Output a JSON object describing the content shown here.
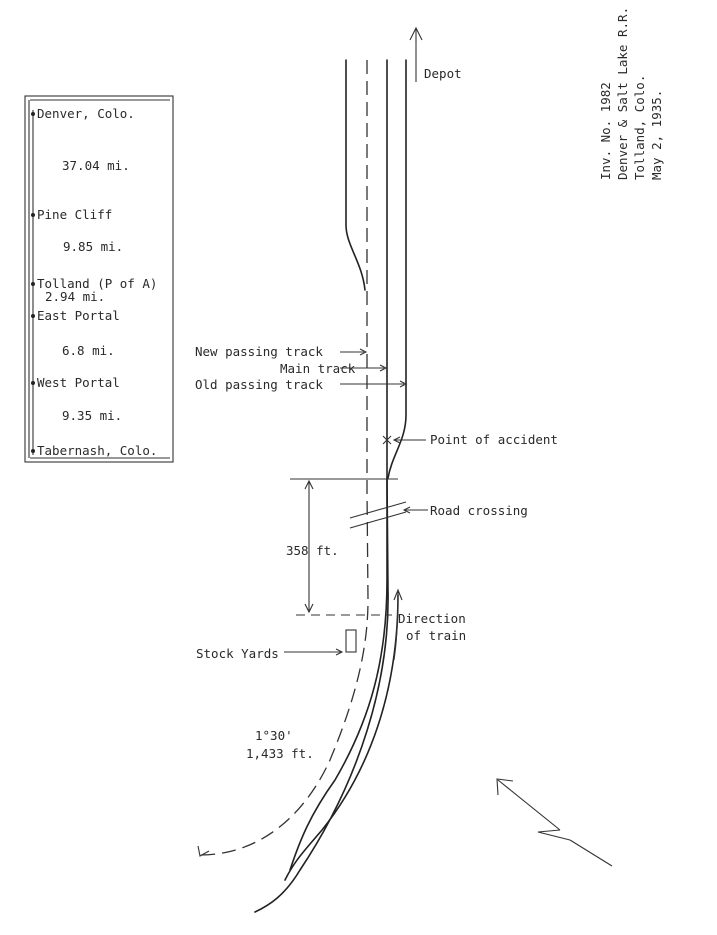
{
  "header": {
    "line1": "Inv. No. 1982",
    "line2": "Denver & Salt Lake R.R.",
    "line3": "Tolland, Colo.",
    "line4": "May 2, 1935."
  },
  "stations": [
    {
      "name": "Denver, Colo."
    },
    {
      "distance": "37.04 mi."
    },
    {
      "name": "Pine Cliff"
    },
    {
      "distance": "9.85 mi."
    },
    {
      "name": "Tolland (P of A)"
    },
    {
      "distance": "2.94 mi."
    },
    {
      "name": "East Portal"
    },
    {
      "distance": "6.8  mi."
    },
    {
      "name": "West Portal"
    },
    {
      "distance": "9.35 mi."
    },
    {
      "name": "Tabernash, Colo."
    }
  ],
  "labels": {
    "depot": "Depot",
    "new_passing_track": "New passing track",
    "main_track": "Main track",
    "old_passing_track": "Old passing track",
    "point_of_accident": "Point of accident",
    "road_crossing": "Road crossing",
    "distance": "358 ft.",
    "direction_line1": "Direction",
    "direction_line2": "of train",
    "stock_yards": "Stock Yards",
    "curve_degree": "1°30'",
    "curve_length": "1,433 ft."
  }
}
